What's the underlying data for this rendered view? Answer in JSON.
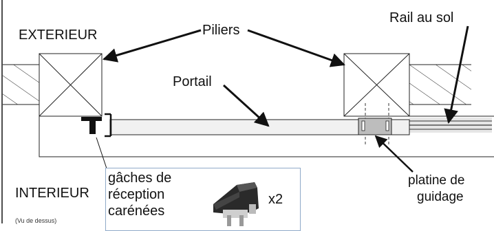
{
  "labels": {
    "exterieur": "EXTERIEUR",
    "interieur": "INTERIEUR",
    "piliers": "Piliers",
    "rail": "Rail au sol",
    "portail": "Portail",
    "platine_line1": "platine de",
    "platine_line2": "guidage",
    "vue": "(Vu de dessus)"
  },
  "inset": {
    "line1": "gâches de",
    "line2": "réception",
    "line3": "carénées",
    "quantity": "x2"
  }
}
